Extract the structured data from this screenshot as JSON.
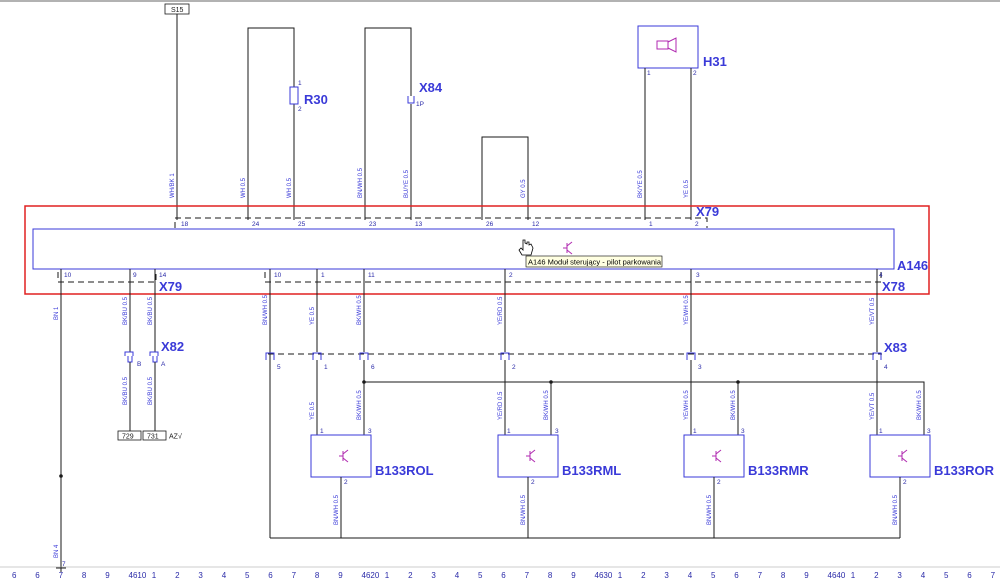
{
  "colors": {
    "component_blue": "#3a3ad8",
    "highlight_red": "#e02020",
    "wire": "#1a1a1a"
  },
  "module": {
    "name": "A146",
    "tooltip": "A146 Moduł sterujący - pilot parkowania"
  },
  "connectors": {
    "x79": "X79",
    "x78": "X78",
    "x82": "X82",
    "x83": "X83",
    "x84": "X84"
  },
  "components": {
    "r30": "R30",
    "h31": "H31",
    "rol": "B133ROL",
    "rml": "B133RML",
    "rmr": "B133RMR",
    "ror": "B133ROR"
  },
  "ref_boxes": {
    "s15": "S15",
    "b729": "729",
    "b731": "731",
    "az": "AZ√"
  },
  "wire_labels": {
    "w1": "WH/BK 1",
    "w2": "WH 0.5",
    "w3": "WH 0.5",
    "w4": "BN/WH 0.5",
    "w5": "BU/YE 0.5",
    "w6": "GY 0.5",
    "w7": "BK/YE 0.5",
    "w8": "YE 0.5",
    "w9": "BN 1",
    "w10": "BK/BU 0.5",
    "w11": "BK/BU 0.5",
    "w12": "BN/WH 0.5",
    "w13": "YE 0.5",
    "w14": "BK/WH 0.5",
    "w15": "YE/RD 0.5",
    "w16": "YE/WH 0.5",
    "w17": "YE/VT 0.5",
    "w18": "BK/BU 0.5",
    "w19": "BK/BU 0.5",
    "w20": "YE 0.5",
    "w21": "BK/WH 0.5",
    "w22": "YE/RD 0.5",
    "w23": "BK/WH 0.5",
    "w24": "YE/WH 0.5",
    "w25": "BK/WH 0.5",
    "w26": "YE/VT 0.5",
    "w27": "BK/WH 0.5",
    "w28": "BN/WH 0.5",
    "w29": "BN/WH 0.5",
    "w30": "BN/WH 0.5",
    "w31": "BN/WH 0.5",
    "w32": "BN 4"
  },
  "pins": {
    "p18": "18",
    "p24": "24",
    "p25": "25",
    "p23": "23",
    "p13": "13",
    "p26": "26",
    "p12": "12",
    "p1": "1",
    "p2": "2",
    "p10": "10",
    "p9": "9",
    "p14": "14",
    "p10b": "10",
    "p1b": "1",
    "p11": "11",
    "p2b": "2",
    "p3": "3",
    "p4": "4",
    "r1": "1",
    "r2": "2",
    "x84p": "1P",
    "h1": "1",
    "h2": "2",
    "x82b": "B",
    "x82a": "A",
    "x83_5": "5",
    "x83_1": "1",
    "x83_6": "6",
    "x83_2": "2",
    "x83_3": "3",
    "x83_4": "4",
    "c1a": "1",
    "c1b": "3",
    "c1c": "2",
    "c2a": "1",
    "c2b": "3",
    "c2c": "2",
    "c3a": "1",
    "c3b": "3",
    "c3c": "2",
    "c4a": "1",
    "c4b": "3",
    "c4c": "2",
    "g7": "7"
  },
  "ruler": [
    "6",
    "6",
    "7",
    "8",
    "9",
    "4610",
    "1",
    "2",
    "3",
    "4",
    "5",
    "6",
    "7",
    "8",
    "9",
    "4620",
    "1",
    "2",
    "3",
    "4",
    "5",
    "6",
    "7",
    "8",
    "9",
    "4630",
    "1",
    "2",
    "3",
    "4",
    "5",
    "6",
    "7",
    "8",
    "9",
    "4640",
    "1",
    "2",
    "3",
    "4",
    "5",
    "6",
    "7"
  ]
}
